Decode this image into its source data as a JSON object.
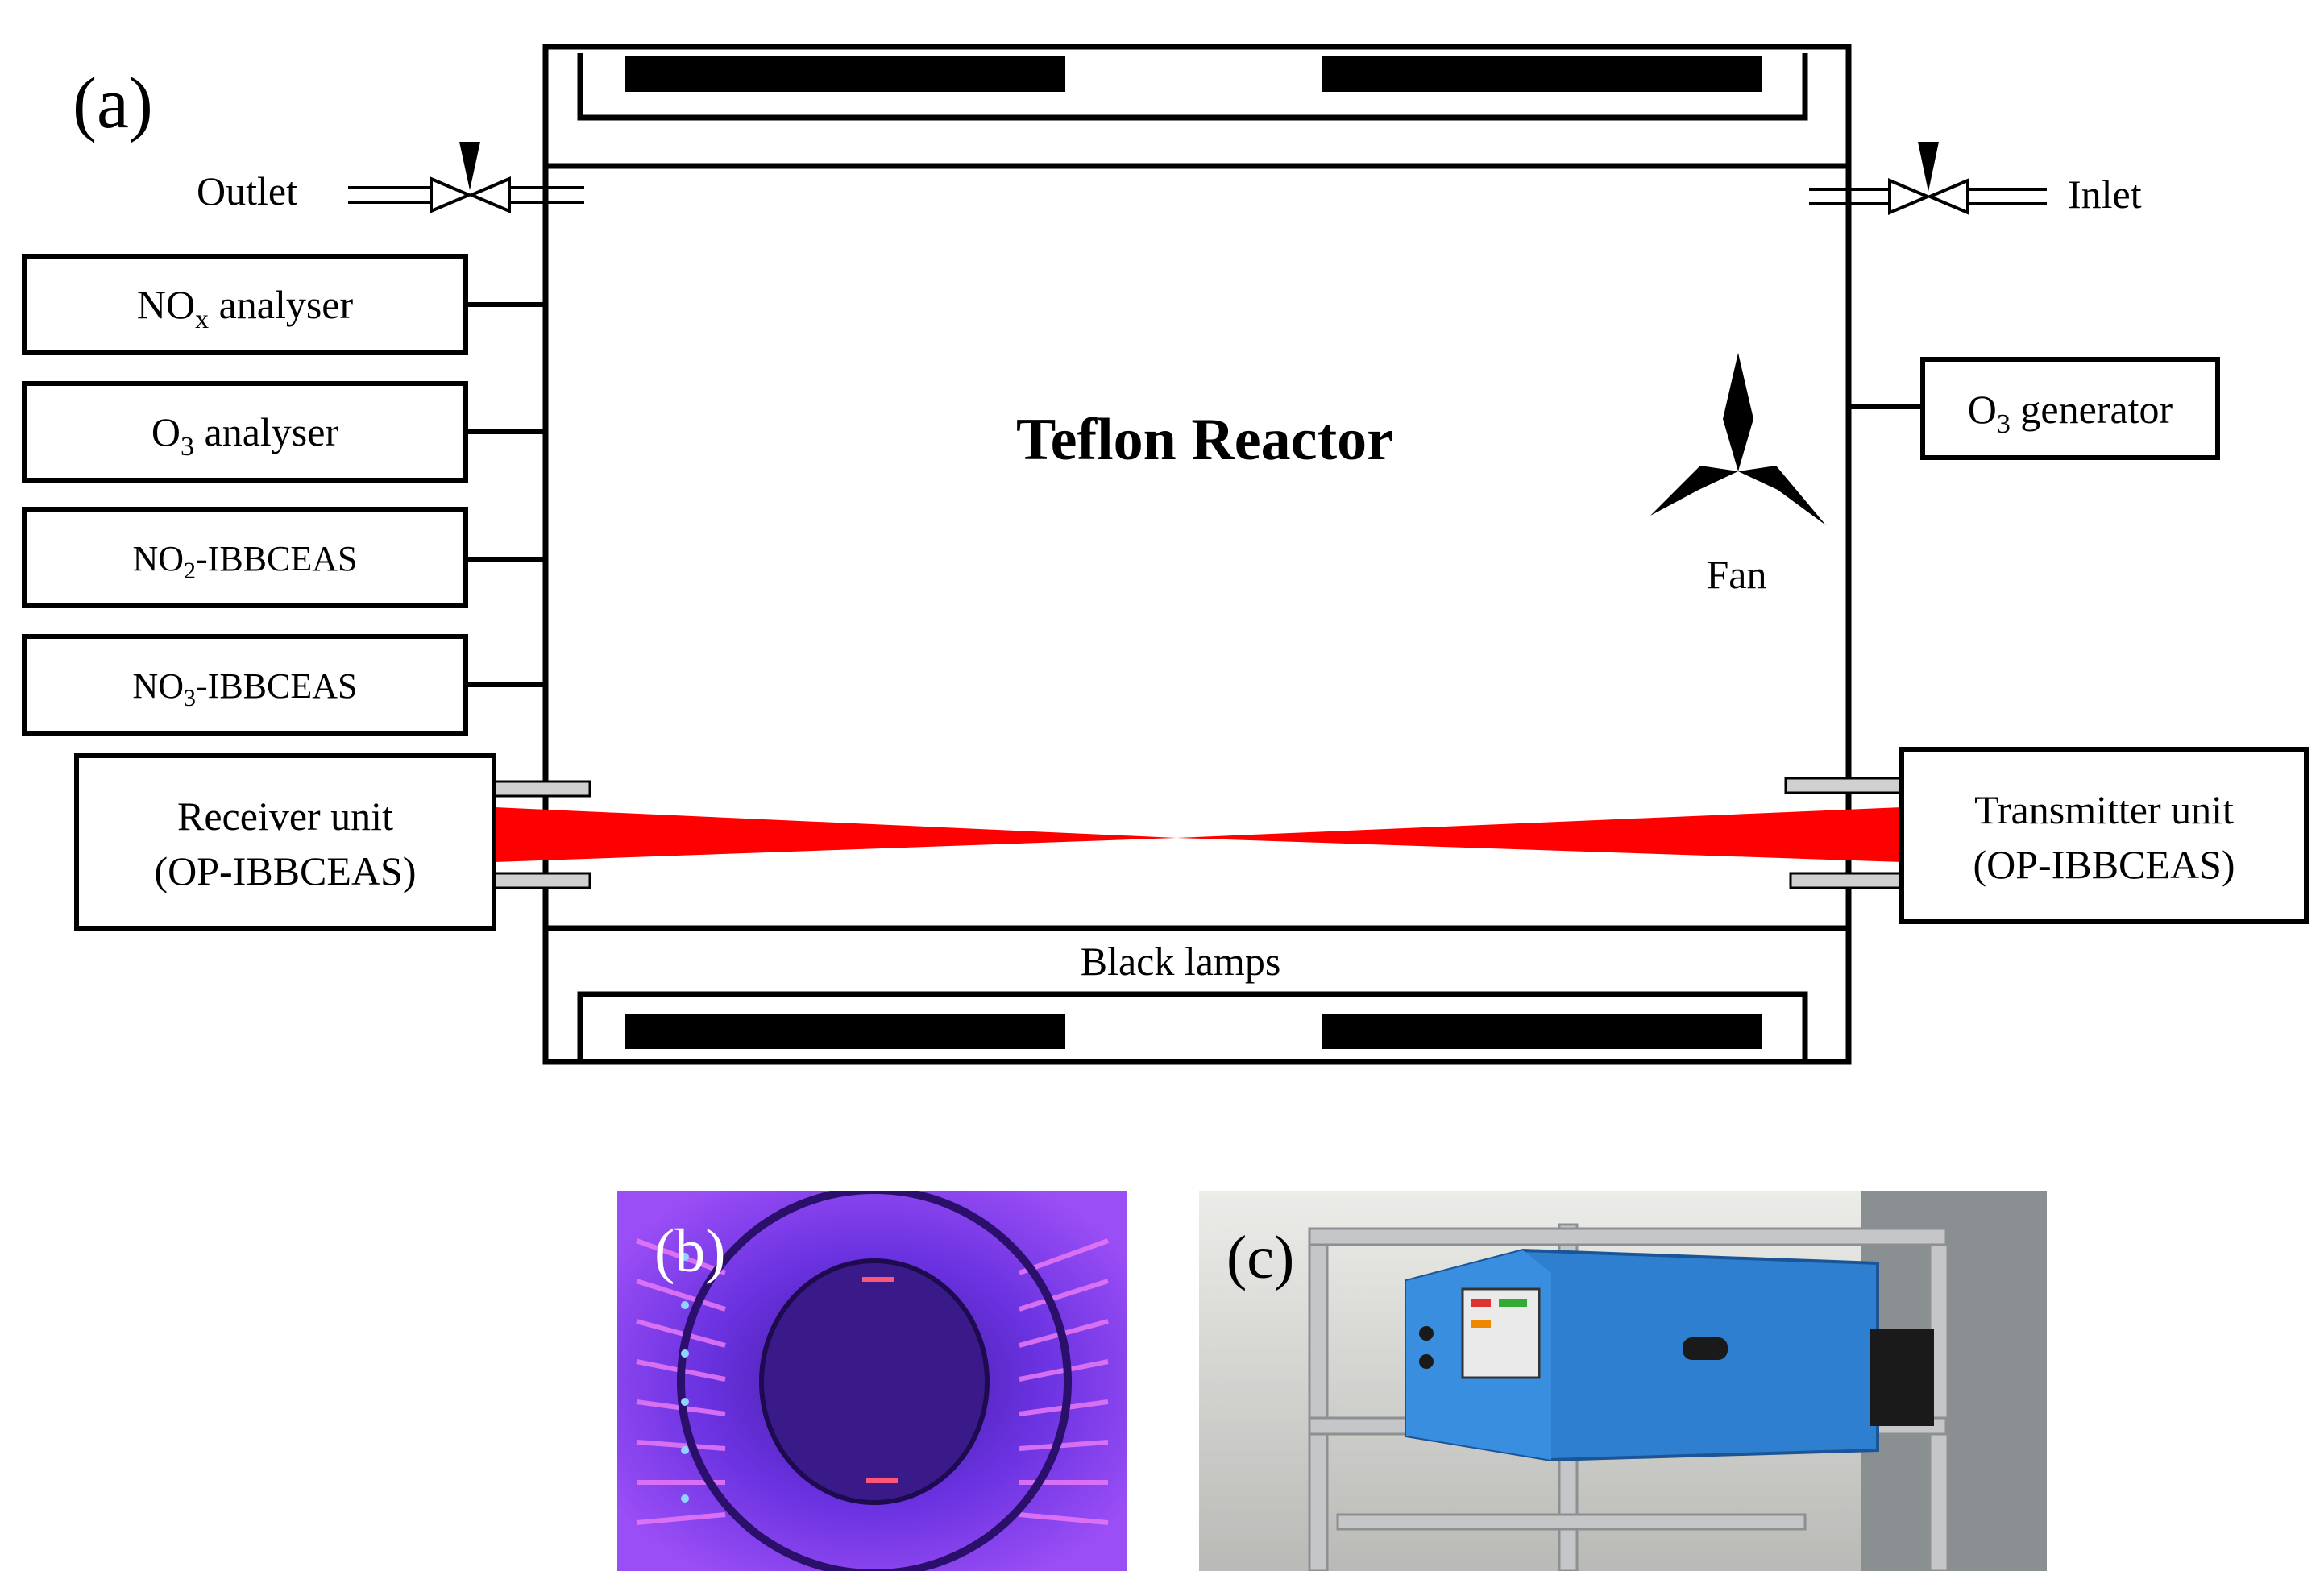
{
  "panels": {
    "a": "(a)",
    "b": "(b)",
    "c": "(c)"
  },
  "reactor": {
    "title": "Teflon Reactor",
    "lamps_label": "Black lamps",
    "fan_label": "Fan"
  },
  "ports": {
    "outlet": "Outlet",
    "inlet": "Inlet"
  },
  "instruments": {
    "nox": {
      "main": "NO",
      "sub": "x",
      "rest": " analyser"
    },
    "o3": {
      "main": "O",
      "sub": "3",
      "rest": " analyser"
    },
    "no2": {
      "main": "NO",
      "sub": "2",
      "rest": "-IBBCEAS"
    },
    "no3": {
      "main": "NO",
      "sub": "3",
      "rest": "-IBBCEAS"
    },
    "o3gen": {
      "main": "O",
      "sub": "3",
      "rest": " generator"
    }
  },
  "receiver": {
    "line1": "Receiver unit",
    "line2": "(OP-IBBCEAS)"
  },
  "transmitter": {
    "line1": "Transmitter unit",
    "line2": "(OP-IBBCEAS)"
  },
  "colors": {
    "beam": "#ff0000",
    "lamp": "#000000",
    "photo_b_bg": "#7a3cf0",
    "photo_c_bg": "#d8d8d6",
    "instrument_blue": "#2f7fd0"
  }
}
